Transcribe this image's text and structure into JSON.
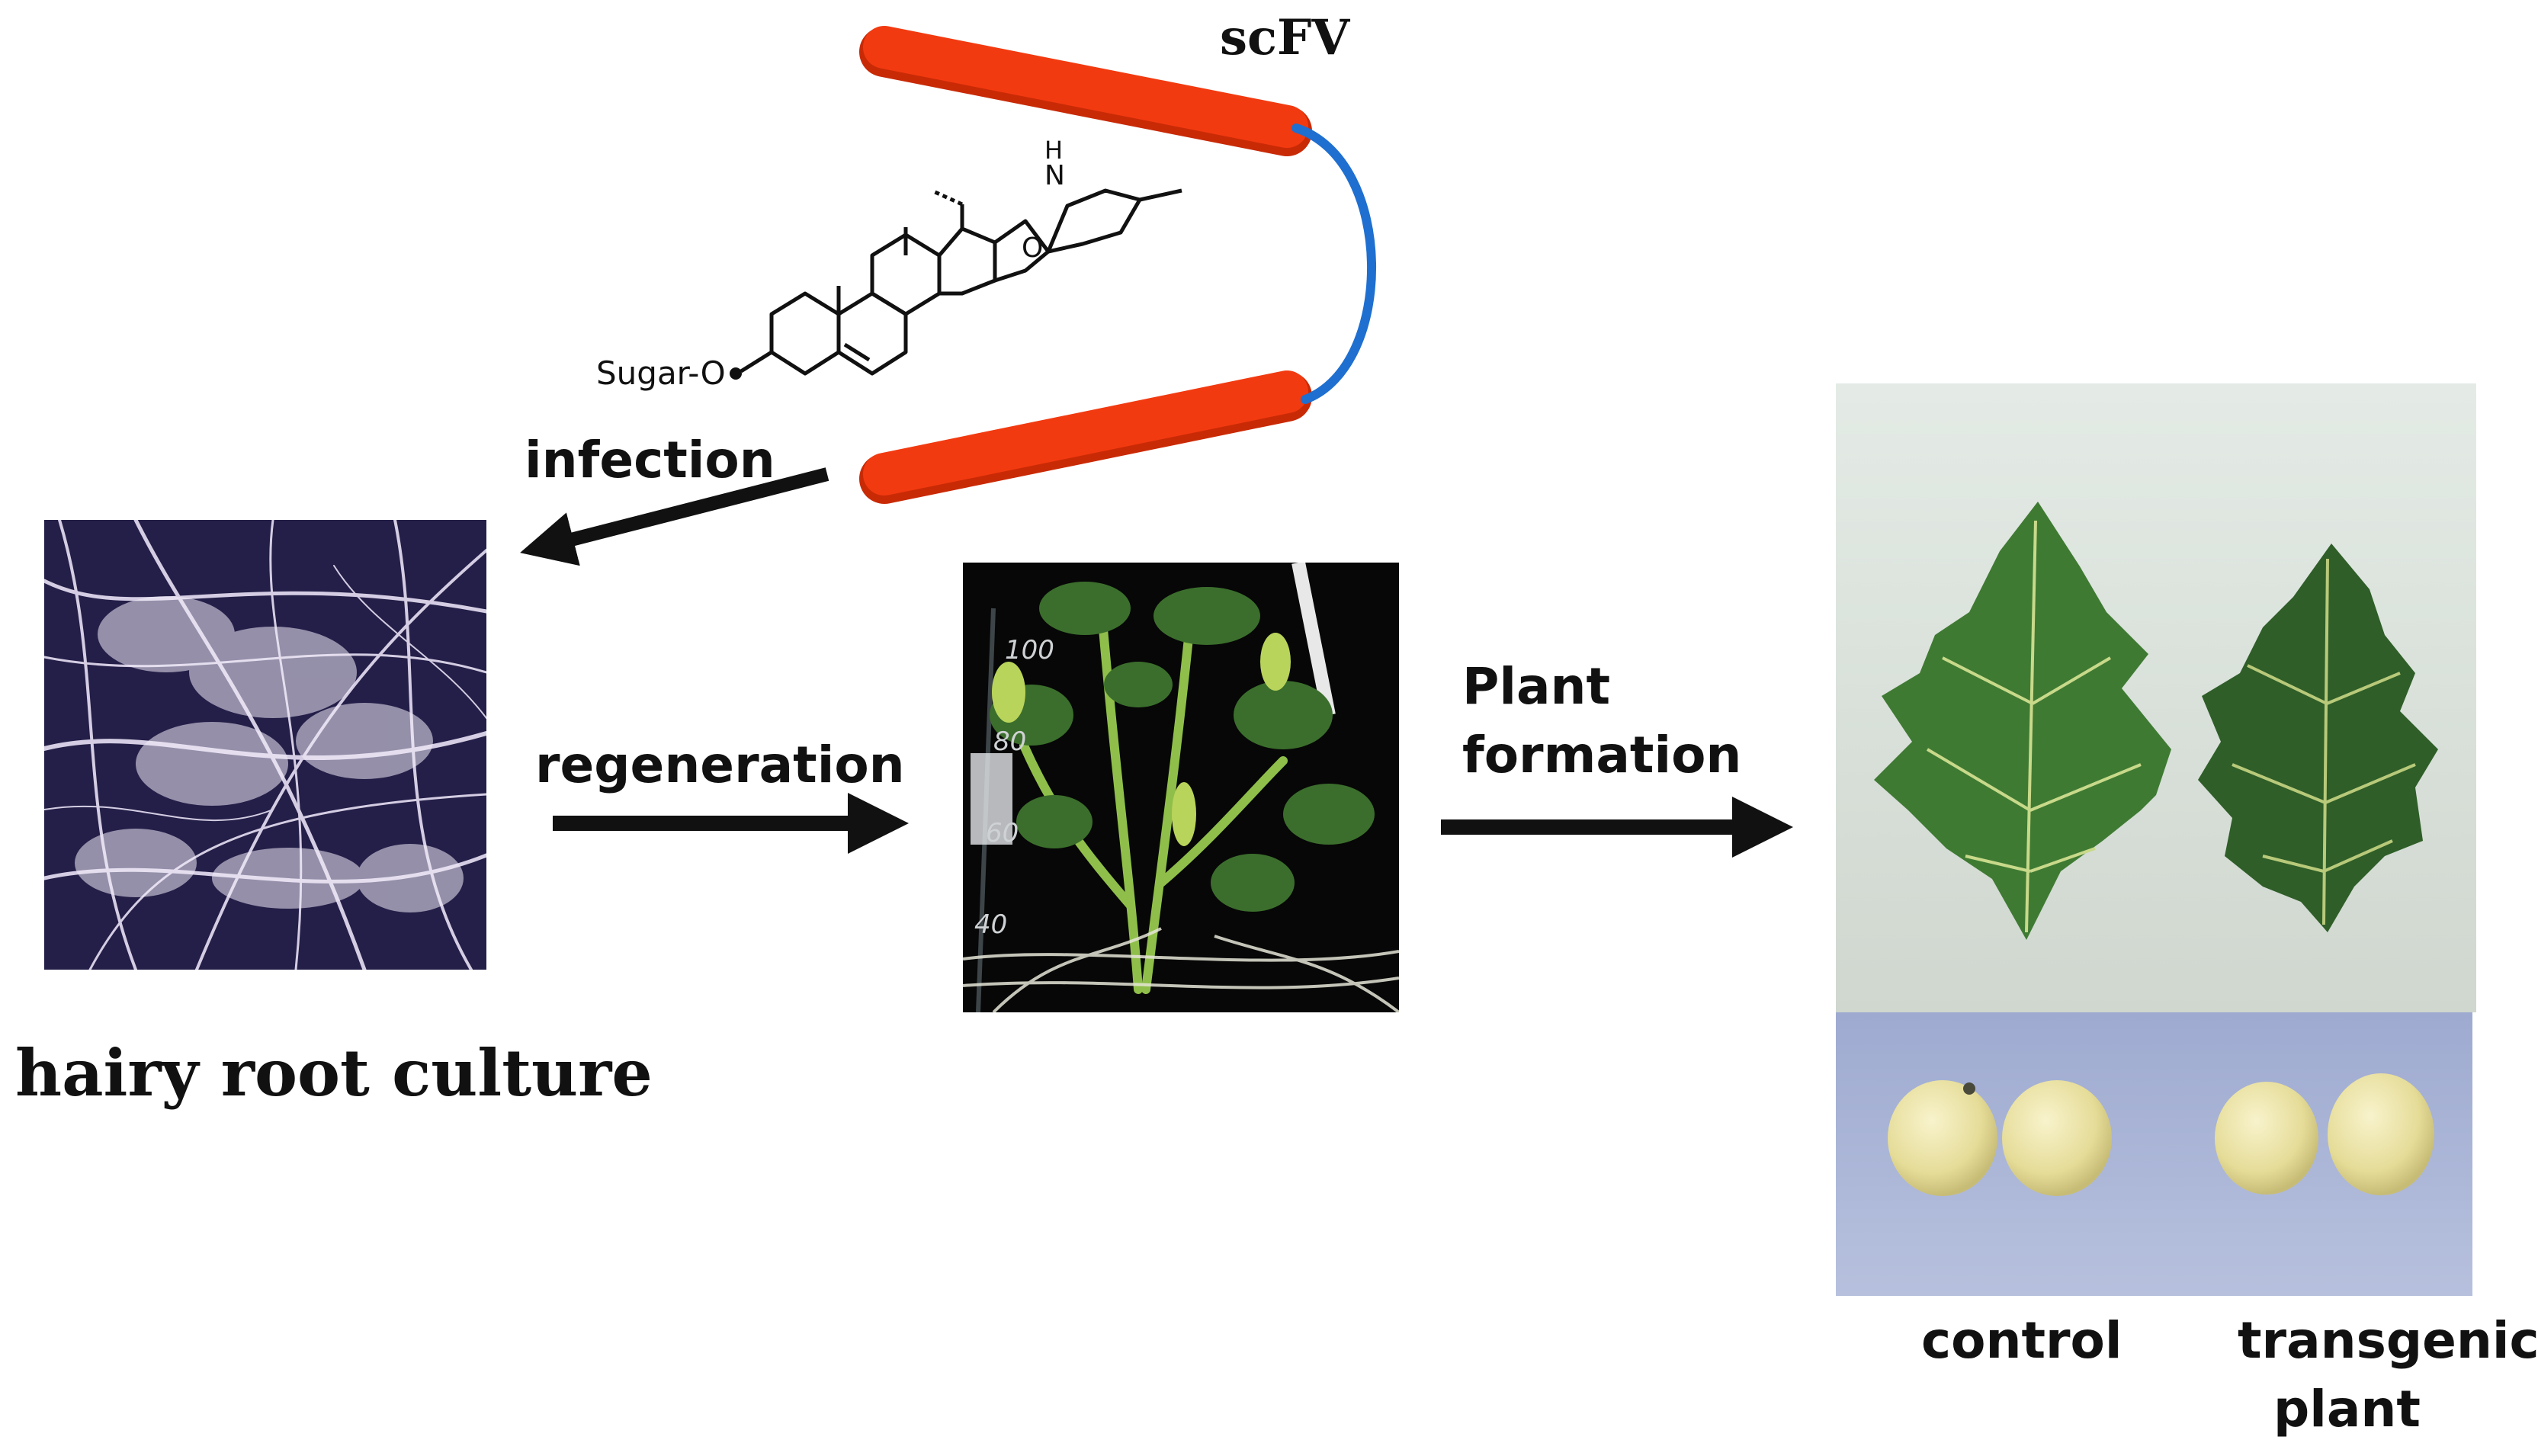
{
  "labels": {
    "scfv": "scFV",
    "sugar_o": "Sugar-O",
    "nh": "H",
    "n": "N",
    "o": "O",
    "infection": "infection",
    "regeneration": "regeneration",
    "plant_formation_line1": "Plant",
    "plant_formation_line2": "formation",
    "hairy_root_culture": "hairy root culture",
    "control": "control",
    "transgenic_line1": "transgenic",
    "transgenic_line2": "plant"
  },
  "colors": {
    "antibody_bar": "#f23a10",
    "antibody_linker": "#1e6fd0",
    "arrow": "#111111",
    "roots_bg": "#2a2550",
    "roots_fg": "#e8e0f4",
    "plant_bg": "#0a0a0a",
    "leaf": "#3f7a33",
    "leaf_bg": "#dfe6df",
    "fruit_bg": "#a9b6d8",
    "fruit": "#ece5a6"
  },
  "scale_marks": [
    "100",
    "80",
    "60",
    "40"
  ]
}
